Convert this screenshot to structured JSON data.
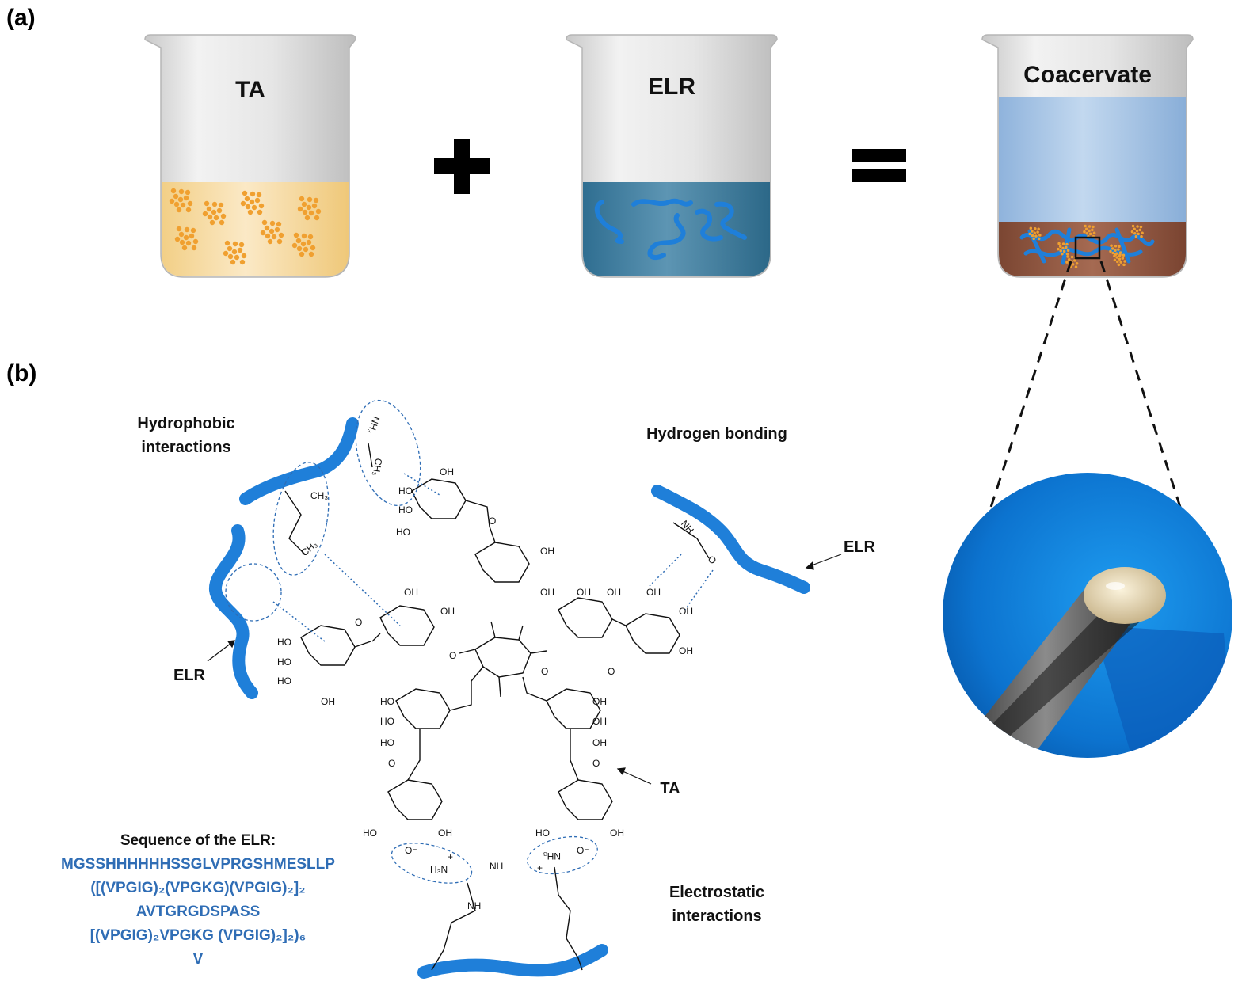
{
  "panels": {
    "a": "(a)",
    "b": "(b)"
  },
  "beakers": {
    "ta": "TA",
    "elr": "ELR",
    "coacervate": "Coacervate"
  },
  "operators": {
    "plus": "+",
    "equals": "="
  },
  "interactions": {
    "hydrophobic_1": "Hydrophobic",
    "hydrophobic_2": "interactions",
    "hydrogen": "Hydrogen bonding",
    "electrostatic_1": "Electrostatic",
    "electrostatic_2": "interactions"
  },
  "arrow_labels": {
    "elr_left": "ELR",
    "elr_right": "ELR",
    "ta": "TA"
  },
  "sequence": {
    "title": "Sequence of the ELR:",
    "lines": [
      "MGSSHHHHHHSSGLVPRGSHMESLLP",
      "([(VPGIG)₂(VPGKG)(VPGIG)₂]₂",
      "AVTGRGDSPASS",
      "[(VPGIG)₂VPGKG (VPGIG)₂]₂)₆",
      "V"
    ]
  },
  "chem_labels": {
    "oh": "OH",
    "ho": "HO",
    "o": "O",
    "nh": "NH",
    "ch3": "CH₃",
    "h3n": "H₃N",
    "nh3": "NH₃",
    "o_minus": "O⁻",
    "plus": "+"
  },
  "colors": {
    "elr_blue": "#1f7fd9",
    "ta_dots": "#f0a030",
    "ta_liquid": "#f6d99a",
    "elr_liquid": "#3f7fa0",
    "coacervate_top": "#a9c6e6",
    "coacervate_bottom": "#8a5640",
    "sequence_text": "#2f6db5"
  }
}
